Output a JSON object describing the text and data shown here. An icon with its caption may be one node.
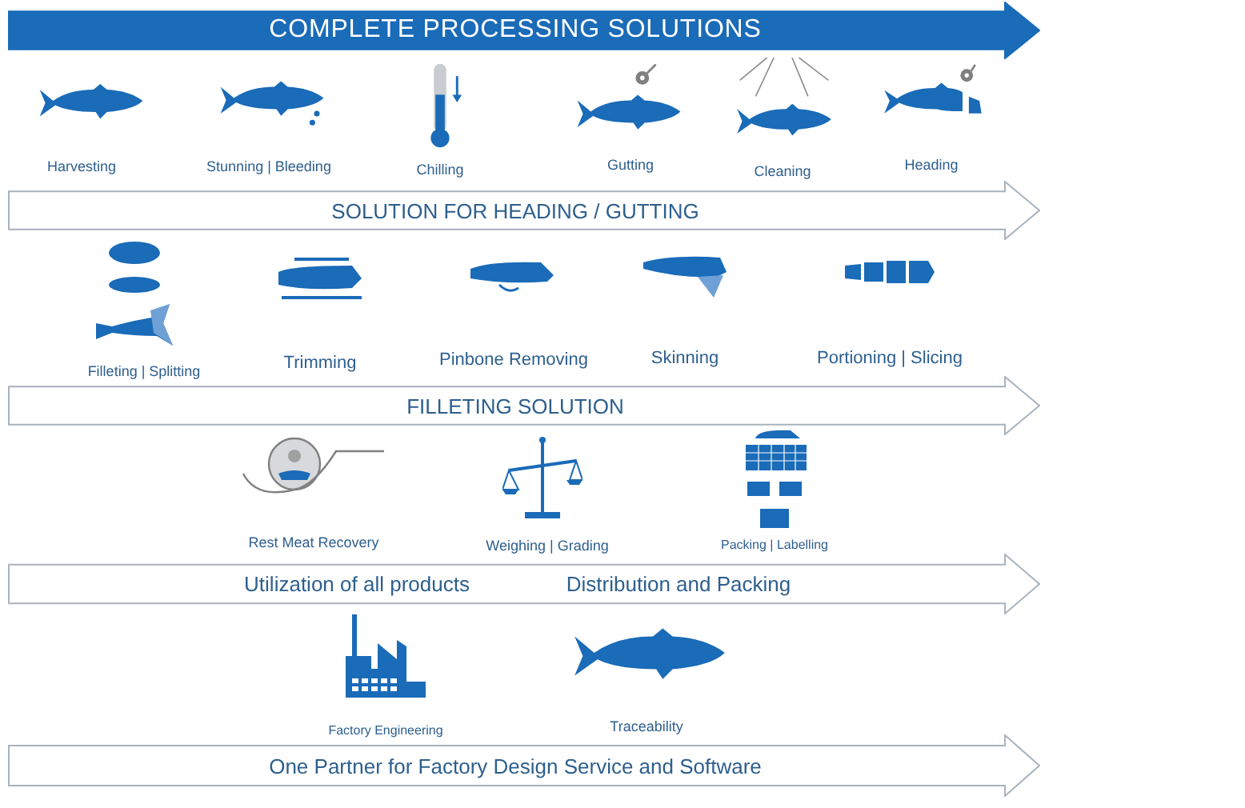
{
  "diagram": {
    "nodes": [
      {
        "text": [
          "COMPLETE PROCESSING SOLUTIONS"
        ]
      },
      {
        "text": [
          "SOLUTION FOR HEADING / GUTTING"
        ]
      },
      {
        "text": [
          "FILLETING SOLUTION"
        ]
      },
      {
        "text": [
          "Utilization of all products",
          "Distribution and Packing"
        ]
      },
      {
        "text": [
          "One Partner for Factory Design Service and Software"
        ]
      }
    ],
    "labels": [
      "Harvesting",
      "Stunning | Bleeding",
      "Chilling",
      "Gutting",
      "Cleaning",
      "Heading",
      "Filleting | Splitting",
      "Trimming",
      "Pinbone Removing",
      "Skinning",
      "Portioning | Slicing",
      "Rest Meat Recovery",
      "Weighing | Grading",
      "Packing | Labelling",
      "Factory Engineering",
      "Traceability"
    ]
  }
}
